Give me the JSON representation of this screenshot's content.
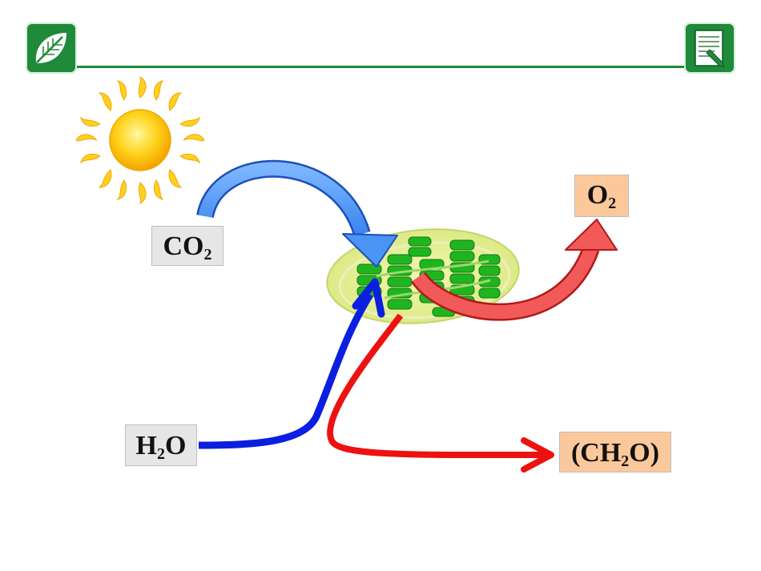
{
  "header": {
    "leaf_icon": "leaf-icon",
    "notes_icon": "notepad-pencil-icon",
    "accent_color": "#1f8a3a"
  },
  "diagram": {
    "sun_icon": "sun-icon",
    "organelle_icon": "chloroplast-icon",
    "labels": {
      "co2": {
        "main": "CO",
        "sub": "2",
        "tail": ""
      },
      "h2o": {
        "main": "H",
        "sub": "2",
        "tail": "O"
      },
      "o2": {
        "main": "O",
        "sub": "2",
        "tail": ""
      },
      "ch2o": {
        "main": "(CH",
        "sub": "2",
        "tail": "O)"
      }
    },
    "colors": {
      "co2_arrow": "#4a94f5",
      "h2o_arrow": "#0a1fe0",
      "o2_arrow": "#f25a5a",
      "ch2o_arrow": "#ee1111",
      "input_box": "#e6e6e6",
      "output_box": "#fbc89b"
    }
  }
}
